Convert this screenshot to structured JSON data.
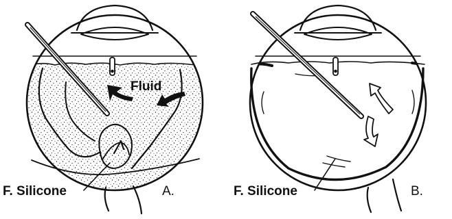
{
  "panels": [
    {
      "id": "A",
      "panel_label": "A.",
      "labels": {
        "fluid": "Fluid",
        "silicone": "F. Silicone"
      }
    },
    {
      "id": "B",
      "panel_label": "B.",
      "labels": {
        "silicone": "F. Silicone"
      }
    }
  ],
  "colors": {
    "ink": "#111111",
    "background": "#ffffff",
    "stipple": "#222222"
  }
}
